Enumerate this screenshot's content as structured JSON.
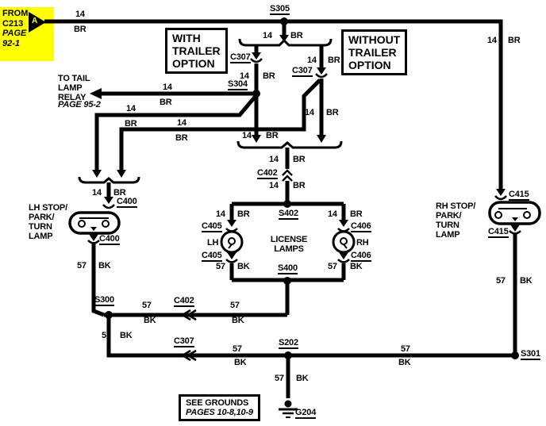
{
  "colors": {
    "background": "#ffffff",
    "line": "#000000",
    "highlight": "#ffff00"
  },
  "source_ref": {
    "label": "FROM\nC213",
    "page": "PAGE\n92-1",
    "connector_letter": "A"
  },
  "relay_ref": {
    "label": "TO TAIL\nLAMP\nRELAY",
    "page": "PAGE 95-2"
  },
  "options": {
    "with_trailer": "WITH\nTRAILER\nOPTION",
    "without_trailer": "WITHOUT\nTRAILER\nOPTION"
  },
  "grounds_note": {
    "title": "SEE GROUNDS",
    "pages": "PAGES 10-8,10-9"
  },
  "lamps": {
    "lh_stop": "LH STOP/\nPARK/\nTURN\nLAMP",
    "rh_stop": "RH STOP/\nPARK/\nTURN\nLAMP",
    "license": "LICENSE\nLAMPS",
    "lh_short": "LH",
    "rh_short": "RH"
  },
  "wire": {
    "power_gauge": "14",
    "power_color": "BR",
    "ground_gauge": "57",
    "ground_color": "BK"
  },
  "splices": {
    "s305": "S305",
    "s304": "S304",
    "s402": "S402",
    "s400": "S400",
    "s300": "S300",
    "s202": "S202",
    "s301": "S301"
  },
  "connectors": {
    "c307": "C307",
    "c402": "C402",
    "c400": "C400",
    "c405": "C405",
    "c406": "C406",
    "c415": "C415"
  },
  "ground_point": {
    "g204": "G204"
  }
}
